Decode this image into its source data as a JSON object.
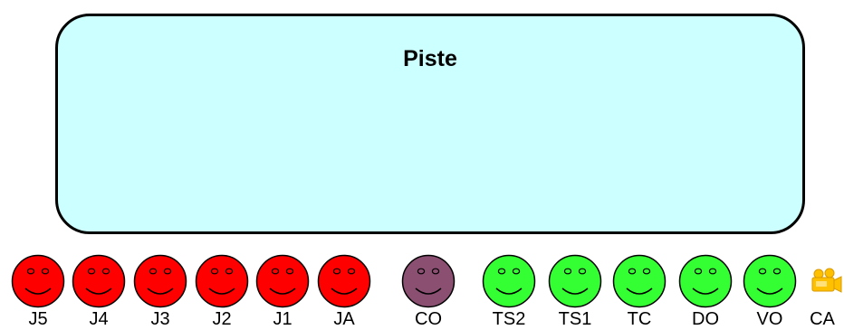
{
  "piste": {
    "title": "Piste",
    "fill": "#ccffff"
  },
  "colors": {
    "judges": "#ff0000",
    "controller": "#8b4f72",
    "officials": "#33ff33",
    "camera": "#ffc000"
  },
  "positions": [
    {
      "id": "j5",
      "label": "J5",
      "group": "judges"
    },
    {
      "id": "j4",
      "label": "J4",
      "group": "judges"
    },
    {
      "id": "j3",
      "label": "J3",
      "group": "judges"
    },
    {
      "id": "j2",
      "label": "J2",
      "group": "judges"
    },
    {
      "id": "j1",
      "label": "J1",
      "group": "judges"
    },
    {
      "id": "ja",
      "label": "JA",
      "group": "judges"
    },
    {
      "id": "co",
      "label": "CO",
      "group": "controller"
    },
    {
      "id": "ts2",
      "label": "TS2",
      "group": "officials"
    },
    {
      "id": "ts1",
      "label": "TS1",
      "group": "officials"
    },
    {
      "id": "tc",
      "label": "TC",
      "group": "officials"
    },
    {
      "id": "do",
      "label": "DO",
      "group": "officials"
    },
    {
      "id": "vo",
      "label": "VO",
      "group": "officials"
    }
  ],
  "camera": {
    "label": "CA",
    "icon": "video-camera-icon"
  }
}
